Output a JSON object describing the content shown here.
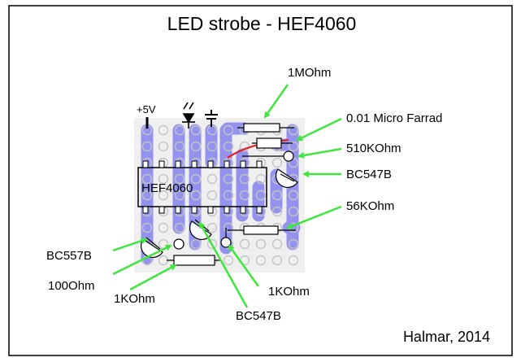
{
  "title": "LED strobe - HEF4060",
  "ic_label": "HEF4060",
  "supply_label": "+5V",
  "credit": "Halmar, 2014",
  "labels": {
    "r_1mohm": "1MOhm",
    "c_001": "0.01 Micro Farrad",
    "r_510k": "510KOhm",
    "q_bc547b_top": "BC547B",
    "r_56k": "56KOhm",
    "q_bc557b": "BC557B",
    "r_100": "100Ohm",
    "r_1k_left": "1KOhm",
    "r_1k_right": "1KOhm",
    "q_bc547b_bottom": "BC547B"
  },
  "colors": {
    "strip": "#8a8af0",
    "hole": "#c4c4c4",
    "board": "#efefef",
    "arrow": "#3ee63e",
    "wire": "#e11d1d",
    "text": "#000000"
  },
  "icons": [
    "led-icon",
    "ground-icon",
    "supply-terminal-icon"
  ]
}
